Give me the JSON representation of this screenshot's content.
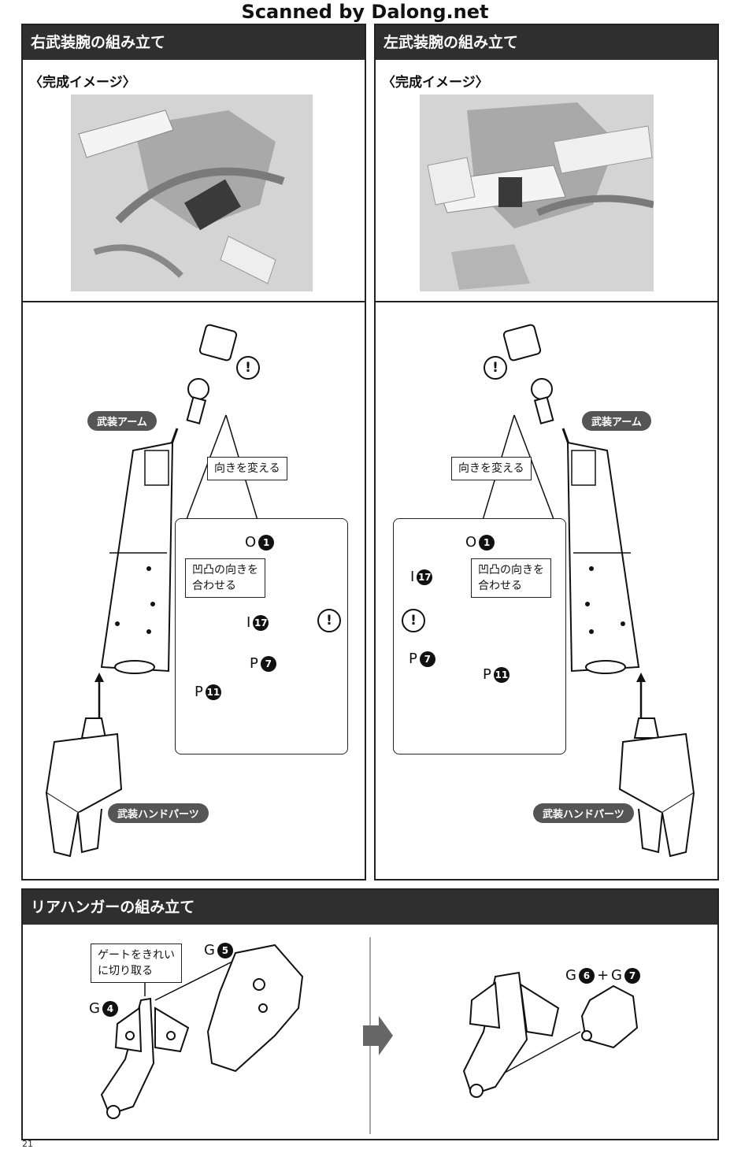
{
  "watermark": "Scanned by Dalong.net",
  "right_panel": {
    "title": "右武装腕の組み立て",
    "subtitle": "〈完成イメージ〉",
    "arm_label": "武装アーム",
    "hand_label": "武装ハンドパーツ",
    "callout_direction": "向きを変える",
    "callout_align": "凹凸の向きを\n合わせる",
    "parts": {
      "o": "O",
      "o_num": "1",
      "i": "I",
      "i_num": "17",
      "p7": "P",
      "p7_num": "7",
      "p11": "P",
      "p11_num": "11"
    }
  },
  "left_panel": {
    "title": "左武装腕の組み立て",
    "subtitle": "〈完成イメージ〉",
    "arm_label": "武装アーム",
    "hand_label": "武装ハンドパーツ",
    "callout_direction": "向きを変える",
    "callout_align": "凹凸の向きを\n合わせる",
    "parts": {
      "o": "O",
      "o_num": "1",
      "i": "I",
      "i_num": "17",
      "p7": "P",
      "p7_num": "7",
      "p11": "P",
      "p11_num": "11"
    }
  },
  "rear_hanger": {
    "title": "リアハンガーの組み立て",
    "callout_gate": "ゲートをきれい\nに切り取る",
    "g4": "G",
    "g4_num": "4",
    "g5": "G",
    "g5_num": "5",
    "g6": "G",
    "g6_num": "6",
    "plus": "+",
    "g7": "G",
    "g7_num": "7"
  },
  "warning_glyph": "!",
  "page_number": "21",
  "colors": {
    "header_bg": "#2f2f2f",
    "pill_bg": "#555555",
    "photo_bg": "#d9d9d9"
  }
}
